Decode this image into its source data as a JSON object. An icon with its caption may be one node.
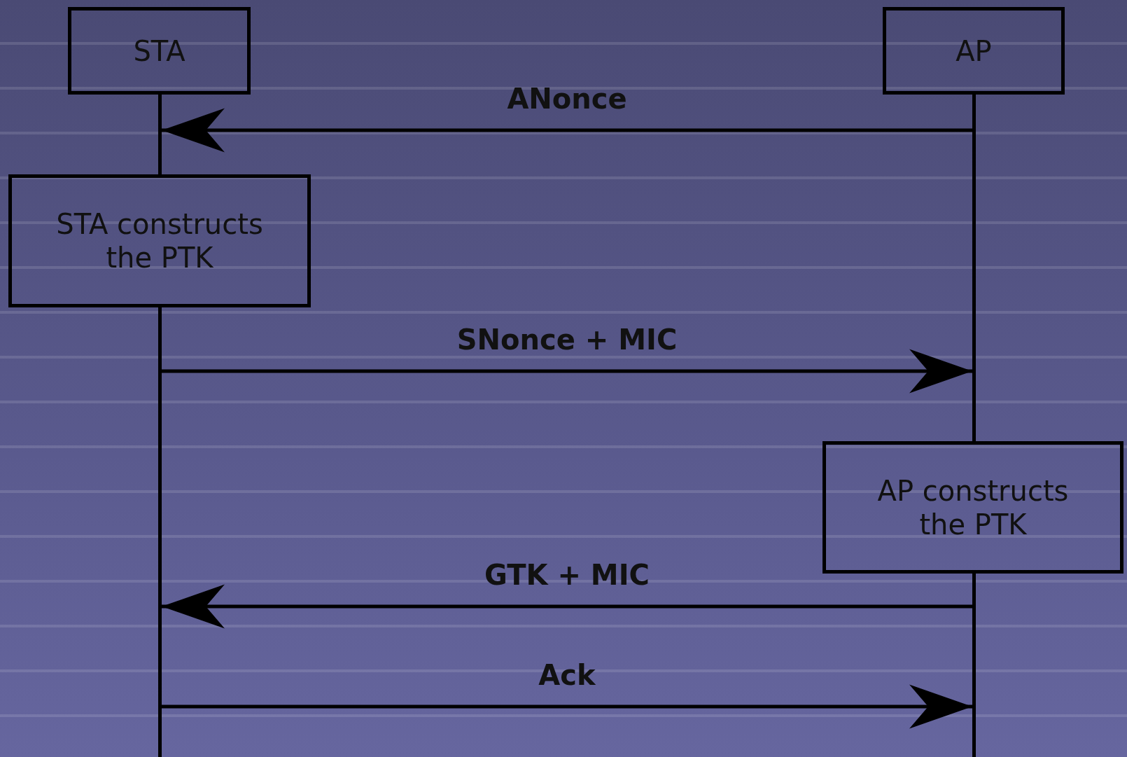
{
  "diagram": {
    "nodes": [
      {
        "text": [
          "STA"
        ]
      },
      {
        "text": [
          "AP"
        ]
      },
      {
        "text": [
          "STA constructs the PTK"
        ]
      },
      {
        "text": [
          "AP constructs the PTK"
        ]
      },
      {
        "text": [],
        "shape": "line"
      },
      {
        "text": [],
        "shape": "line"
      },
      {
        "text": [],
        "shape": "line"
      },
      {
        "text": [],
        "shape": "line"
      }
    ],
    "edges": [
      {
        "from": 5,
        "to": 4,
        "arrow": "to",
        "label": "ANonce"
      },
      {
        "from": 6,
        "to": 5,
        "arrow": "to",
        "label": "SNonce + MIC"
      },
      {
        "from": 7,
        "to": 6,
        "arrow": "to",
        "label": "GTK + MIC"
      },
      {
        "from": 6,
        "to": 7,
        "arrow": "to",
        "label": "Ack"
      }
    ]
  }
}
